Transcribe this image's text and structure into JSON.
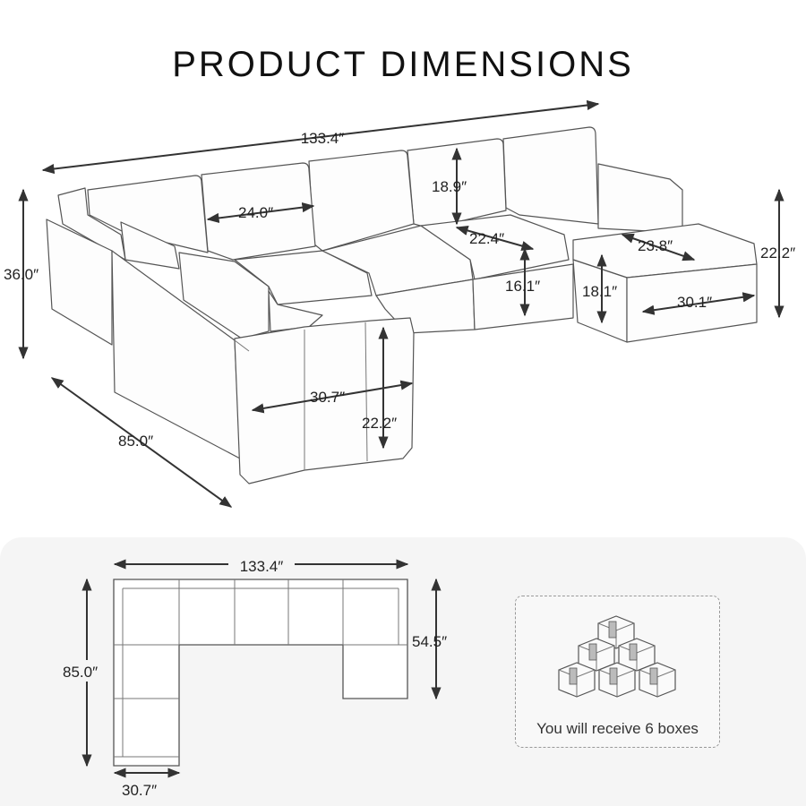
{
  "title": "PRODUCT DIMENSIONS",
  "sofa_view": {
    "overall_width": "133.4″",
    "overall_height": "36.0″",
    "depth_long_side": "85.0″",
    "seat_width": "24.0″",
    "back_height": "18.9″",
    "seat_depth": "22.4″",
    "seat_height": "16.1″",
    "ottoman_width": "23.8″",
    "ottoman_height_right": "22.2″",
    "ottoman_height": "18.1″",
    "ottoman_length": "30.1″",
    "arm_width": "30.7″",
    "arm_height": "22.2″"
  },
  "floor_plan": {
    "width": "133.4″",
    "depth": "85.0″",
    "right_depth": "54.5″",
    "chaise_width": "30.7″"
  },
  "boxes": {
    "caption": "You will receive 6 boxes",
    "count": 6,
    "icon": "package-box-icon"
  },
  "colors": {
    "outline": "#555555",
    "dimension_line": "#333333",
    "panel_background": "#f5f5f5"
  }
}
